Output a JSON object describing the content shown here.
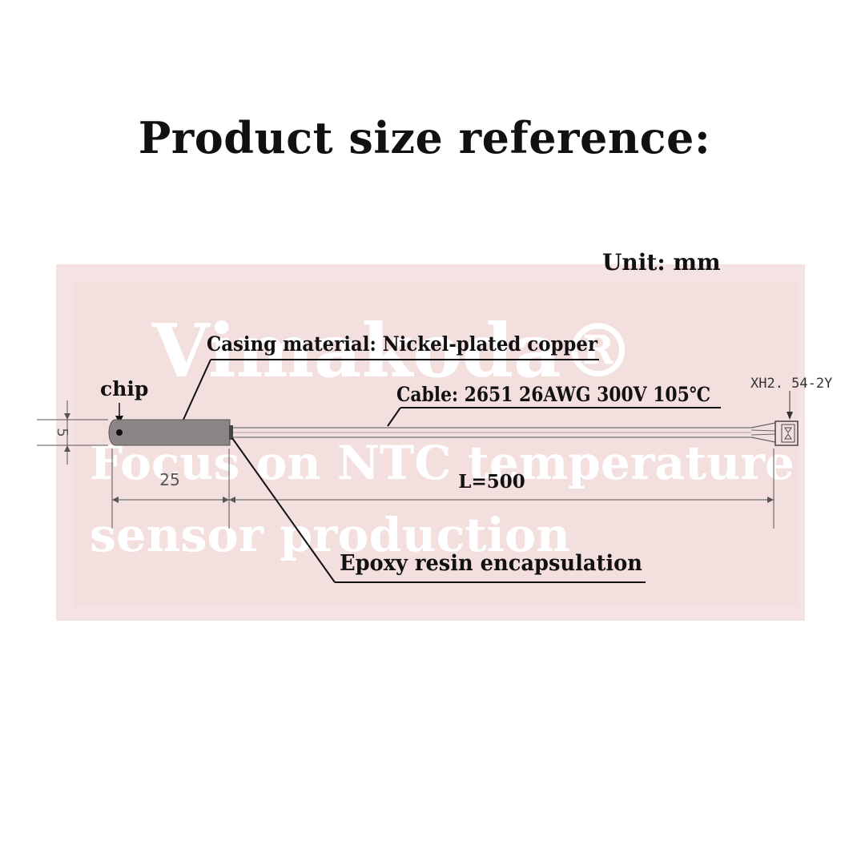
{
  "title": "Product size reference:",
  "unit_label": "Unit: mm",
  "watermark": {
    "brand": "Vimakoda®",
    "line1": "Focus on NTC temperature",
    "line2": "sensor production"
  },
  "callouts": {
    "casing": "Casing material: Nickel-plated copper",
    "chip": "chip",
    "cable": "Cable: 2651 26AWG 300V 105℃",
    "epoxy": "Epoxy resin encapsulation",
    "connector": "XH2. 54-2Y"
  },
  "dimensions": {
    "probe_diameter": "5",
    "probe_length": "25",
    "cable_length": "L=500"
  },
  "colors": {
    "watermark_bg": "#f5e3e3",
    "watermark_text": "#ffffff",
    "probe_body": "#8c8585",
    "line": "#111111",
    "dimension_line": "#555555"
  }
}
